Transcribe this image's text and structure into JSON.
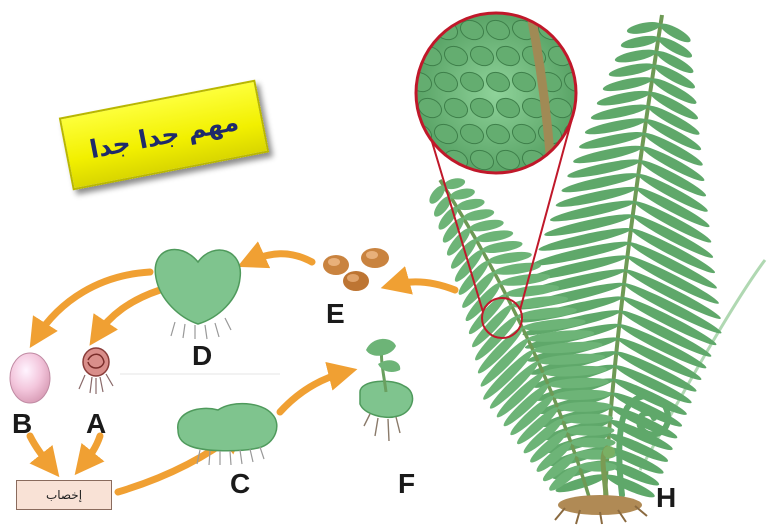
{
  "badge": {
    "text": "مهم جدا جدا"
  },
  "fertilization": {
    "label": "إخصاب"
  },
  "labels": {
    "a": "A",
    "b": "B",
    "c": "C",
    "d": "D",
    "e": "E",
    "f": "F",
    "h": "H"
  },
  "colors": {
    "arrow": "#f0a033",
    "frond": "#5fa86a",
    "frond_light": "#8fc891",
    "prothallus": "#7fc48e",
    "stem": "#8a7a4e",
    "spore": "#c9833f",
    "callout": "#c0182a"
  }
}
